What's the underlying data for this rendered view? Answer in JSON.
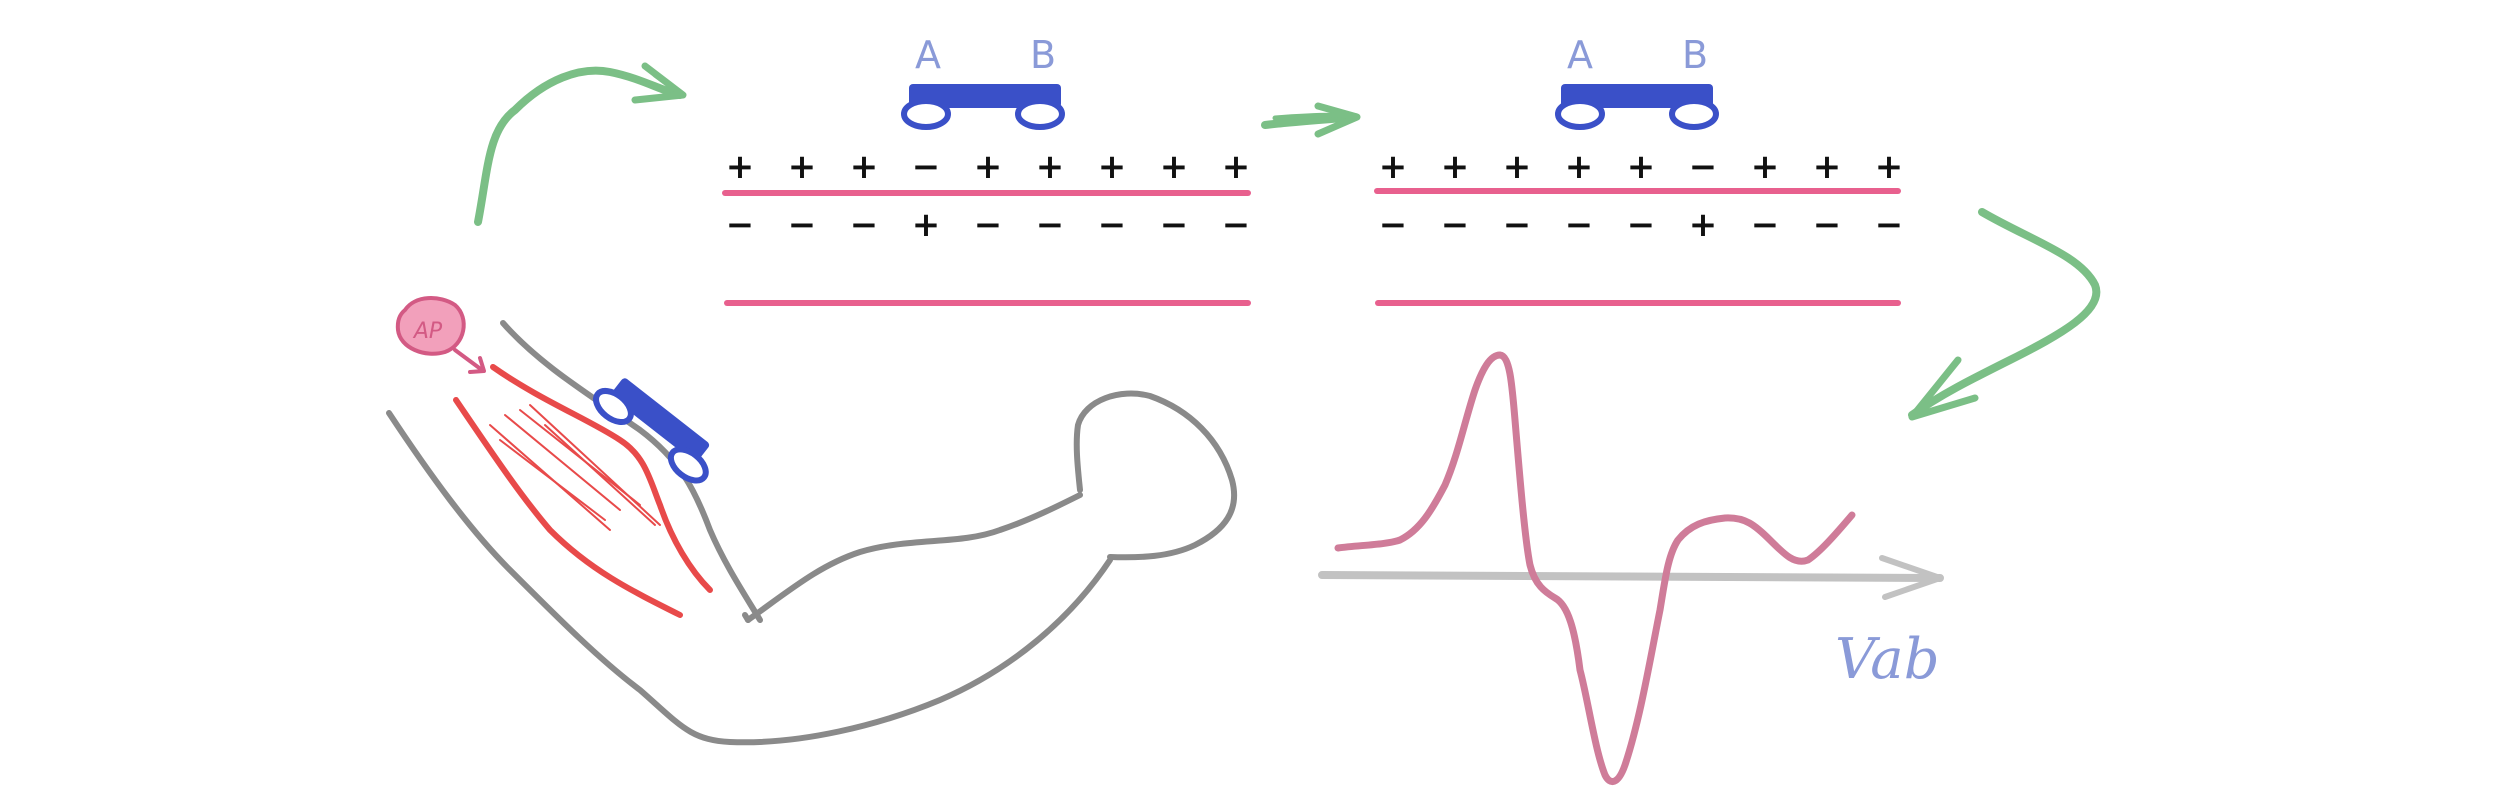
{
  "colors": {
    "membrane": "#e8608e",
    "electrode": "#3a50c8",
    "electrode_label": "#8a9ad8",
    "arrow_green": "#7bbf86",
    "arm": "#8a8a8a",
    "muscle": "#e84a4a",
    "signal": "#cf7c99",
    "axis": "#c2c2c2",
    "ap_fill": "#f2a0bb",
    "ap_stroke": "#d35a84",
    "sign_color": "#111111"
  },
  "panels": [
    {
      "id": "panel-1",
      "electrode_labels": [
        "A",
        "B"
      ],
      "top_signs": [
        "+",
        "+",
        "+",
        "−",
        "+",
        "+",
        "+",
        "+",
        "+"
      ],
      "bottom_signs": [
        "−",
        "−",
        "−",
        "+",
        "−",
        "−",
        "−",
        "−",
        "−"
      ]
    },
    {
      "id": "panel-2",
      "electrode_labels": [
        "A",
        "B"
      ],
      "top_signs": [
        "+",
        "+",
        "+",
        "+",
        "+",
        "−",
        "+",
        "+",
        "+"
      ],
      "bottom_signs": [
        "−",
        "−",
        "−",
        "−",
        "−",
        "+",
        "−",
        "−",
        "−"
      ]
    }
  ],
  "ap_label": "AP",
  "signal_axis_label": "Vab",
  "icons": [
    "electrode-icon",
    "arrow-icon",
    "arm-illustration",
    "action-potential-icon"
  ]
}
